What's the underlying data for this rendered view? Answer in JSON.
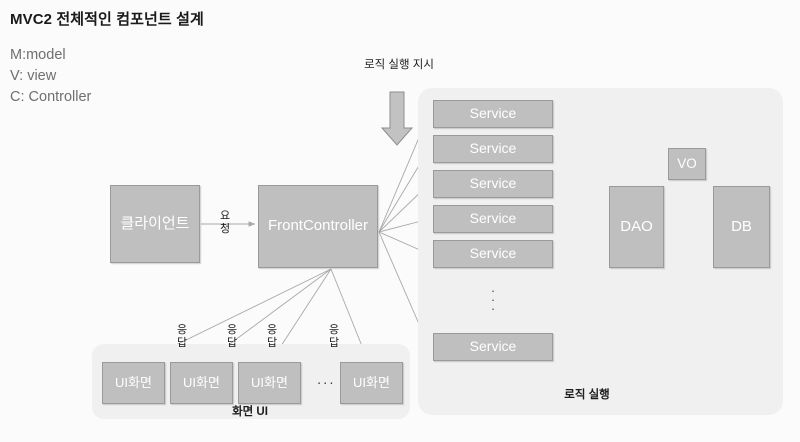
{
  "title": "MVC2 전체적인 컴포넌트 설계",
  "legend": [
    "M:model",
    "V: view",
    "C: Controller"
  ],
  "nodes": {
    "client": "클라이언트",
    "front_controller": "FrontController",
    "dao": "DAO",
    "vo": "VO",
    "db": "DB",
    "services": [
      "Service",
      "Service",
      "Service",
      "Service",
      "Service",
      "Service"
    ],
    "ui_screens": [
      "UI화면",
      "UI화면",
      "UI화면",
      "UI화면"
    ]
  },
  "labels": {
    "request": "요청",
    "response": "응답",
    "logic_execute_command": "로직 실행 지시",
    "ui_group_caption": "화면 UI",
    "logic_group_caption": "로직 실행",
    "vertical_ellipsis": "⋮",
    "horizontal_ellipsis": "···"
  },
  "edge_labels": {
    "response_1": "응답",
    "response_2": "응답",
    "response_3": "응답",
    "response_4": "응답"
  },
  "colors": {
    "page_background": "#fbfbfb",
    "group_background": "#f0f0f0",
    "node_fill": "#bfbfbf",
    "node_border": "#9a9a9a",
    "node_text": "#ffffff",
    "arrow": "#a8a8a8",
    "block_arrow_fill": "#c2c2c2",
    "title_text": "#1a1a1a",
    "legend_text": "#6f6f6f"
  }
}
